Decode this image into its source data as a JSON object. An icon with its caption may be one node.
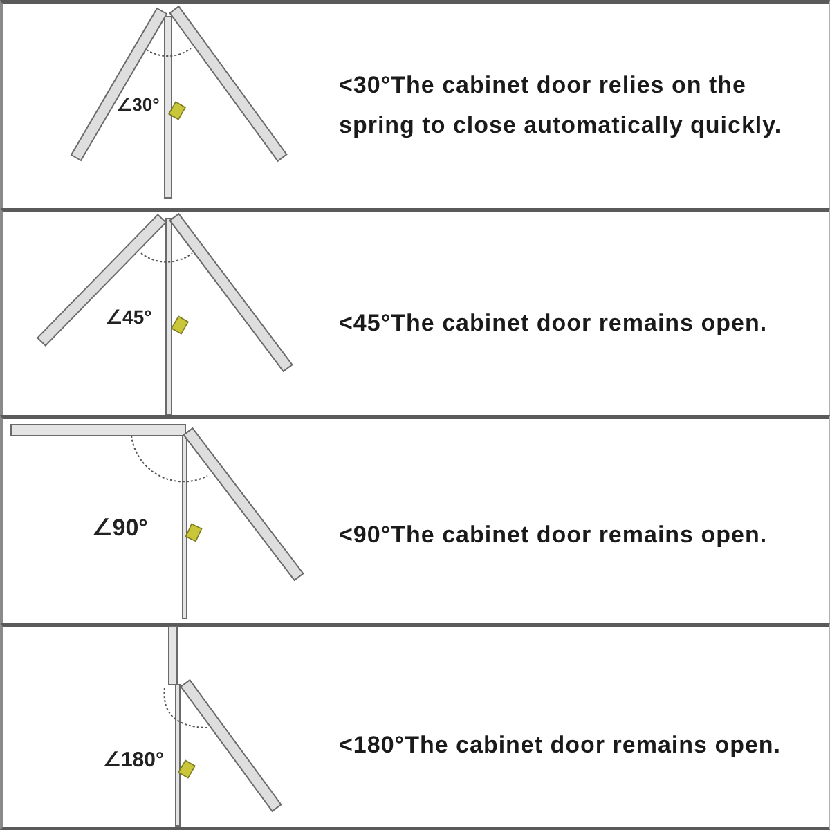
{
  "diagram": {
    "nodes": [
      {
        "text": [
          "∠30°",
          "<30°The cabinet door relies on the spring to close automatically quickly."
        ]
      },
      {
        "text": [
          "∠45°",
          "<45°The cabinet door remains open."
        ]
      },
      {
        "text": [
          "∠90°",
          "<90°The cabinet door remains open."
        ]
      },
      {
        "text": [
          "∠180°",
          "<180°The cabinet door remains open."
        ]
      }
    ]
  }
}
